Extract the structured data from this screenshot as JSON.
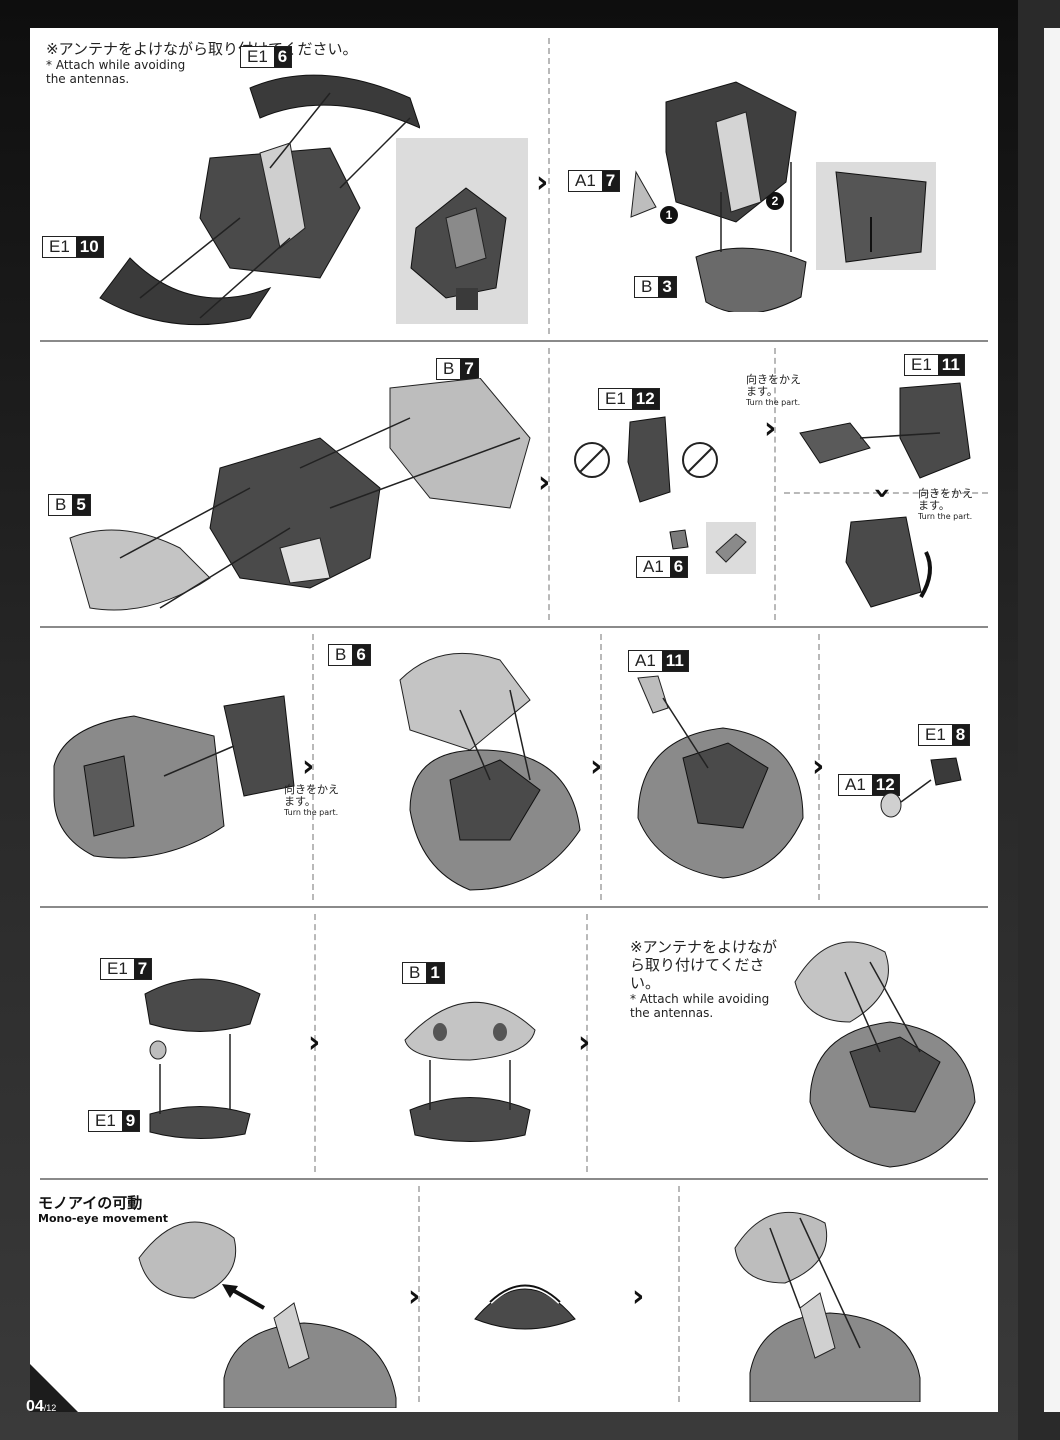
{
  "page": {
    "number": "04",
    "total": "/12"
  },
  "notes": {
    "antenna_jp": "※アンテナをよけながら取り付けてください。",
    "antenna_en": "* Attach while avoiding the antennas."
  },
  "turn": {
    "jp": "向きをかえます。",
    "en": "Turn the part."
  },
  "sections": {
    "mono_eye_jp": "モノアイの可動",
    "mono_eye_en": "Mono-eye movement"
  },
  "labels": {
    "e1_6": {
      "letter": "E1",
      "num": "6"
    },
    "e1_10": {
      "letter": "E1",
      "num": "10"
    },
    "a1_7": {
      "letter": "A1",
      "num": "7"
    },
    "b_3": {
      "letter": "B",
      "num": "3"
    },
    "b_7": {
      "letter": "B",
      "num": "7"
    },
    "b_5": {
      "letter": "B",
      "num": "5"
    },
    "e1_12": {
      "letter": "E1",
      "num": "12"
    },
    "a1_6": {
      "letter": "A1",
      "num": "6"
    },
    "e1_11": {
      "letter": "E1",
      "num": "11"
    },
    "b_6": {
      "letter": "B",
      "num": "6"
    },
    "a1_11": {
      "letter": "A1",
      "num": "11"
    },
    "e1_8": {
      "letter": "E1",
      "num": "8"
    },
    "a1_12": {
      "letter": "A1",
      "num": "12"
    },
    "e1_7": {
      "letter": "E1",
      "num": "7"
    },
    "e1_9": {
      "letter": "E1",
      "num": "9"
    },
    "b_1": {
      "letter": "B",
      "num": "1"
    }
  },
  "steps": {
    "one": "1",
    "two": "2"
  },
  "colors": {
    "part_dark": "#3a3a3a",
    "part_mid": "#7a7a7a",
    "part_light": "#bdbdbd",
    "inset_bg": "#dcdcdc"
  },
  "icons": {
    "next": "chevron-right-icon",
    "no_cut": "prohibited-cutter-icon"
  }
}
